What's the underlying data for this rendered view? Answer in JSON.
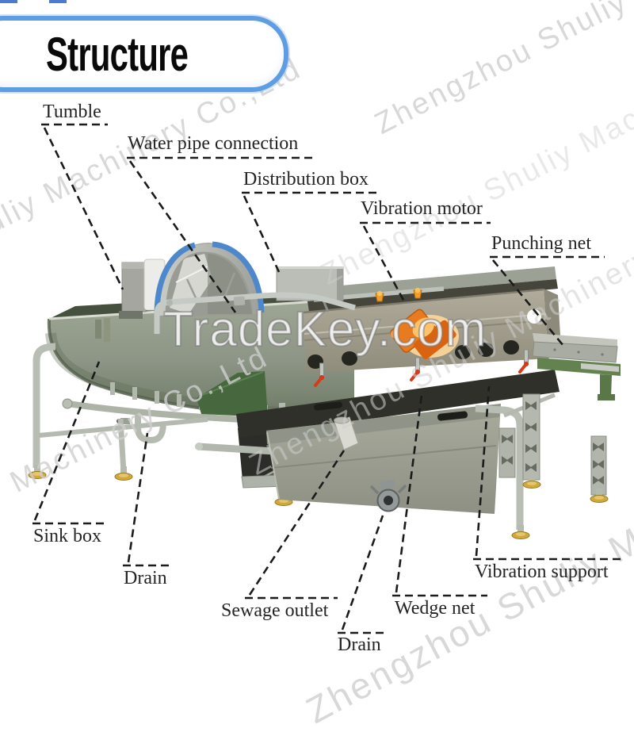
{
  "header": {
    "title": "Structure"
  },
  "watermarks": {
    "tradekey": "TradeKey.com",
    "company": "Zhengzhou Shuliy Machinery Co.,Ltd"
  },
  "labels": {
    "tumble": "Tumble",
    "water_pipe": "Water pipe connection",
    "distribution_box": "Distribution box",
    "vibration_motor": "Vibration motor",
    "punching_net": "Punching net",
    "sink_box": "Sink box",
    "drain_left": "Drain",
    "sewage_outlet": "Sewage outlet",
    "wedge_net": "Wedge net",
    "drain_bottom": "Drain",
    "vibration_support": "Vibration support"
  },
  "colors": {
    "accent_blue": "#5f9de2",
    "drum_trim_blue": "#4e88cc",
    "motor_orange": "#e87b20",
    "machine_olive": "#8d9586",
    "chute_green": "#64824f",
    "foot_gold": "#cfa83e",
    "watermark_gray": "#cfcfcf",
    "label_ink": "#242424"
  }
}
